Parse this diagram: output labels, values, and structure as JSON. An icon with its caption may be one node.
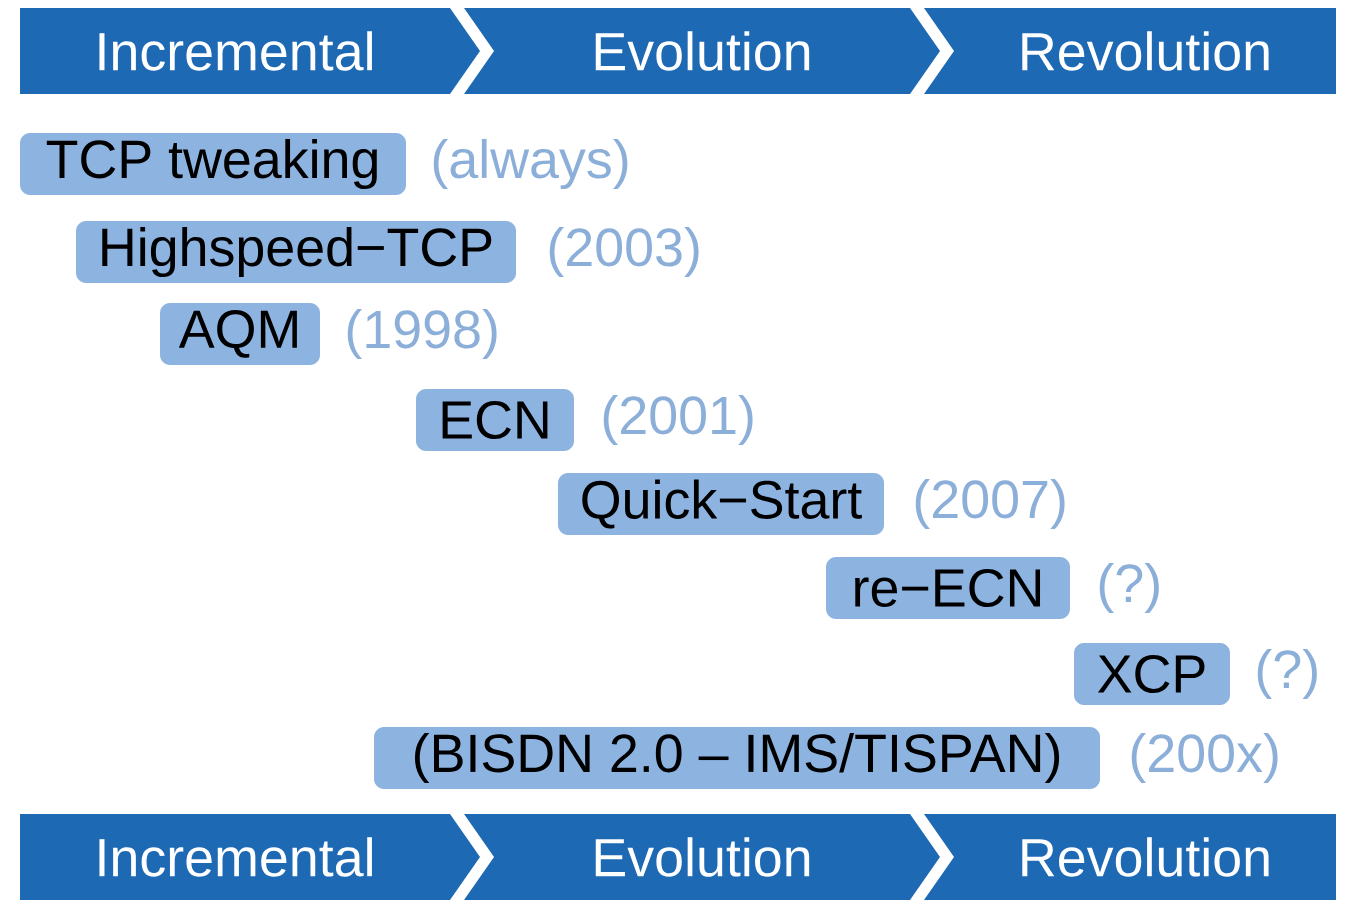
{
  "diagram": {
    "nodes": [
      {
        "text": [
          "Incremental"
        ]
      },
      {
        "text": [
          "Evolution"
        ]
      },
      {
        "text": [
          "Revolution"
        ]
      },
      {
        "text": [
          "TCP tweaking"
        ],
        "beside": [
          "(always)"
        ]
      },
      {
        "text": [
          "Highspeed−TCP"
        ],
        "beside": [
          "(2003)"
        ]
      },
      {
        "text": [
          "AQM"
        ],
        "beside": [
          "(1998)"
        ]
      },
      {
        "text": [
          "ECN"
        ],
        "beside": [
          "(2001)"
        ]
      },
      {
        "text": [
          "Quick−Start"
        ],
        "beside": [
          "(2007)"
        ]
      },
      {
        "text": [
          "re−ECN"
        ],
        "beside": [
          "(?)"
        ]
      },
      {
        "text": [
          "XCP"
        ],
        "beside": [
          "(?)"
        ]
      },
      {
        "text": [
          "(BISDN 2.0 – IMS/TISPAN)"
        ],
        "beside": [
          "(200x)"
        ]
      },
      {
        "text": [
          "Incremental"
        ]
      },
      {
        "text": [
          "Evolution"
        ]
      },
      {
        "text": [
          "Revolution"
        ]
      }
    ]
  }
}
